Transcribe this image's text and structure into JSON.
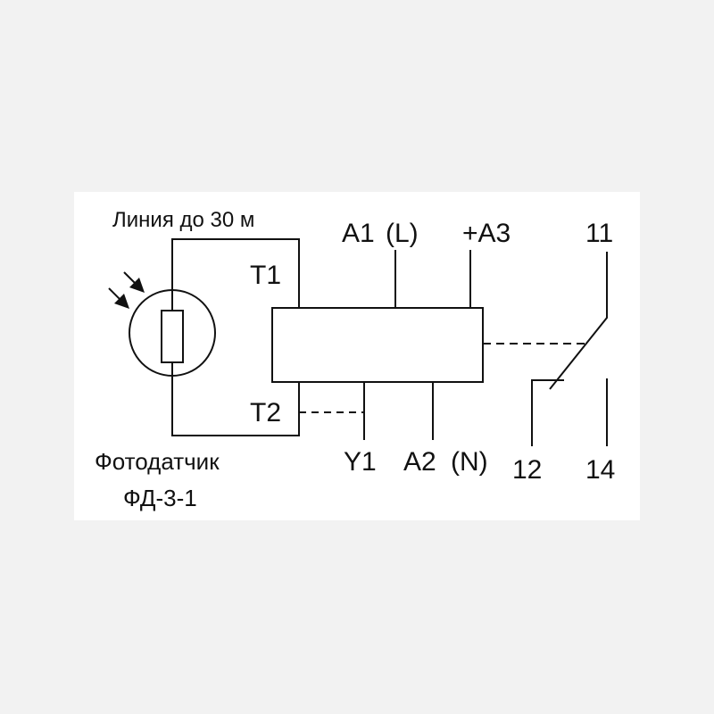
{
  "labels": {
    "line_length": "Линия до 30 м",
    "sensor_name": "Фотодатчик",
    "sensor_model": "ФД-3-1",
    "t1": "T1",
    "t2": "T2",
    "a1": "A1",
    "l": "(L)",
    "a3": "+A3",
    "y1": "Y1",
    "a2": "A2",
    "n": "(N)",
    "c11": "11",
    "c12": "12",
    "c14": "14"
  },
  "colors": {
    "background": "#f2f2f2",
    "panel": "#ffffff",
    "line": "#111111"
  }
}
